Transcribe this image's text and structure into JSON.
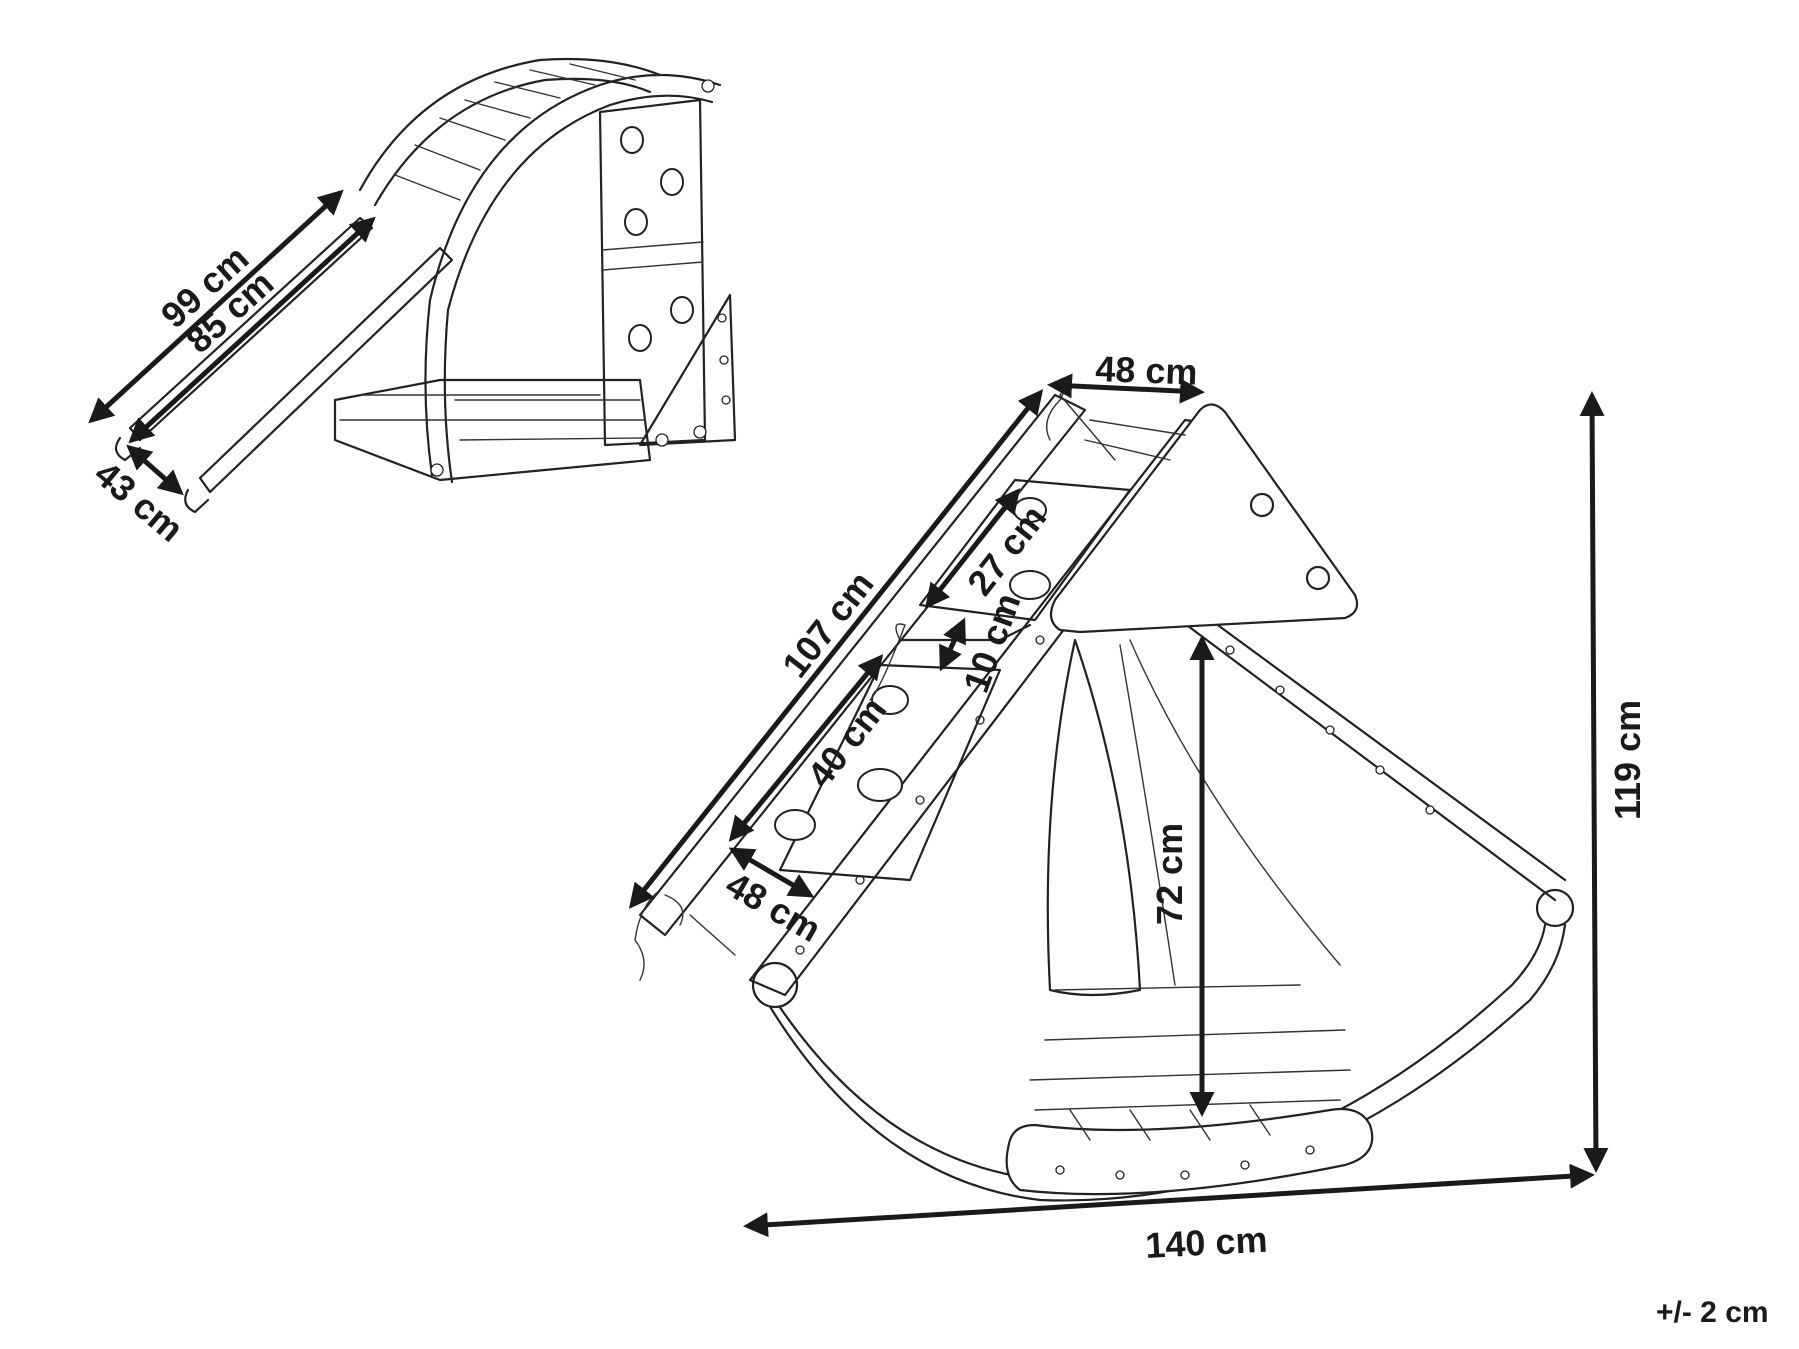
{
  "dimensions": {
    "slide_length_outer": "99 cm",
    "slide_length_inner": "85 cm",
    "slide_width": "43 cm",
    "top_width": "48 cm",
    "hole_panel_height": "27 cm",
    "panel_gap": "10 cm",
    "lower_panel_height": "40 cm",
    "side_length": "107 cm",
    "bottom_width": "48 cm",
    "inner_height": "72 cm",
    "total_height": "119 cm",
    "total_length": "140 cm"
  },
  "tolerance": "+/- 2 cm"
}
